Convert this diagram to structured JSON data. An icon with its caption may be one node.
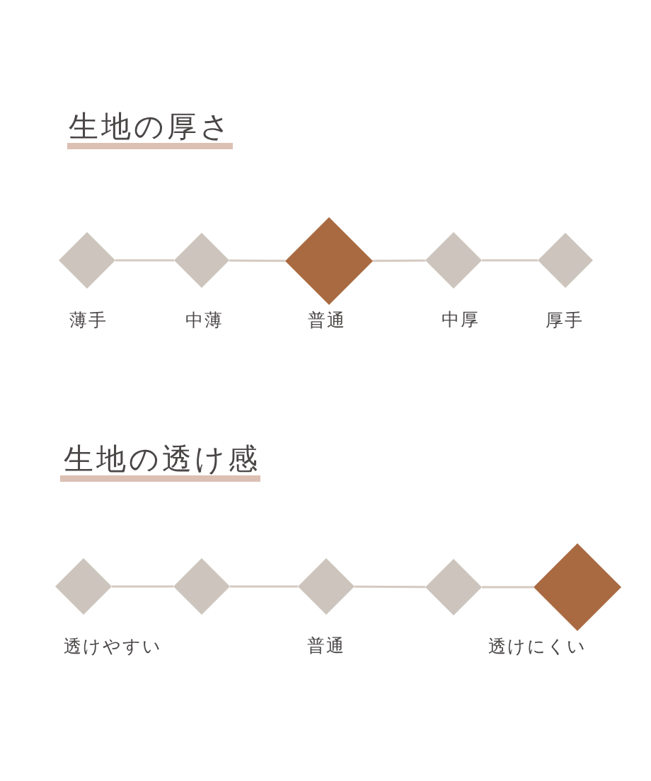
{
  "diagram": {
    "nodes": [
      {
        "text": [],
        "shape": "diamond",
        "beside": [
          "薄手"
        ]
      },
      {
        "text": [],
        "shape": "diamond",
        "beside": [
          "中薄"
        ]
      },
      {
        "text": [],
        "shape": "diamond",
        "beside": [
          "普通"
        ]
      },
      {
        "text": [],
        "shape": "diamond",
        "beside": [
          "中厚"
        ]
      },
      {
        "text": [],
        "shape": "diamond",
        "beside": [
          "厚手"
        ]
      },
      {
        "text": [],
        "shape": "diamond",
        "beside": [
          "透けやすい"
        ]
      },
      {
        "text": [],
        "shape": "diamond"
      },
      {
        "text": [],
        "shape": "diamond",
        "beside": [
          "普通"
        ]
      },
      {
        "text": [],
        "shape": "diamond"
      },
      {
        "text": [],
        "shape": "diamond",
        "beside": [
          "透けにくい"
        ]
      }
    ],
    "edges": [
      {
        "from": 0,
        "to": 1,
        "arrow": "none"
      },
      {
        "from": 1,
        "to": 2,
        "arrow": "none"
      },
      {
        "from": 2,
        "to": 3,
        "arrow": "none"
      },
      {
        "from": 3,
        "to": 4,
        "arrow": "none"
      },
      {
        "from": 5,
        "to": 6,
        "arrow": "none"
      },
      {
        "from": 6,
        "to": 7,
        "arrow": "none"
      },
      {
        "from": 7,
        "to": 8,
        "arrow": "none"
      },
      {
        "from": 8,
        "to": 9,
        "arrow": "none"
      }
    ],
    "labels": [
      "生地の厚さ",
      "生地の透け感"
    ]
  }
}
